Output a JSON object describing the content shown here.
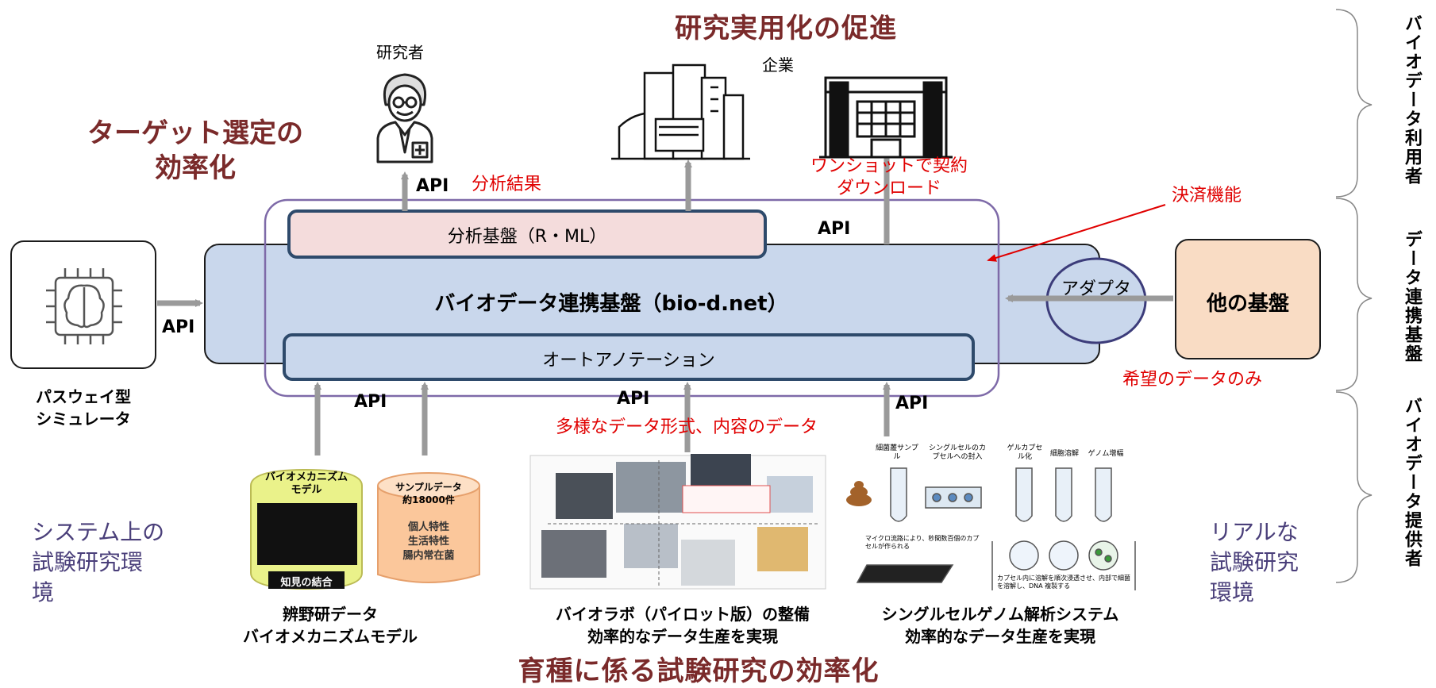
{
  "headings": {
    "top": "研究実用化の促進",
    "left_line1": "ターゲット選定の",
    "left_line2": "効率化",
    "bottom": "育種に係る試験研究の効率化"
  },
  "users": {
    "researcher": "研究者",
    "company": "企業",
    "analysis_result": "分析結果",
    "contract_line1": "ワンショットで契約",
    "contract_line2": "ダウンロード",
    "payment": "決済機能"
  },
  "platform": {
    "analysis_box": "分析基盤（R・ML）",
    "main_title": "バイオデータ連携基盤（bio-d.net）",
    "annotation_box": "オートアノテーション",
    "adapter": "アダプタ",
    "other_platform": "他の基盤",
    "desired_data": "希望のデータのみ",
    "diverse_data": "多様なデータ形式、内容のデータ"
  },
  "api_label": "API",
  "simulator": {
    "line1": "パスウェイ型",
    "line2": "シミュレータ"
  },
  "left_env": {
    "line1": "システム上の",
    "line2": "試験研究環",
    "line3": "境"
  },
  "right_env": {
    "line1": "リアルな",
    "line2": "試験研究",
    "line3": "環境"
  },
  "biomech": {
    "title_line1": "バイオメカニズム",
    "title_line2": "モデル",
    "footer": "知見の結合",
    "caption_line1": "辨野研データ",
    "caption_line2": "バイオメカニズムモデル"
  },
  "sample": {
    "line1": "サンプルデータ",
    "line2": "約18000件",
    "line3": "個人特性",
    "line4": "生活特性",
    "line5": "腸内常在菌"
  },
  "biolab": {
    "caption_line1": "バイオラボ（パイロット版）の整備",
    "caption_line2": "効率的なデータ生産を実現"
  },
  "singlecell": {
    "caption_line1": "シングルセルゲノム解析システム",
    "caption_line2": "効率的なデータ生産を実現",
    "steps": [
      "細菌叢サンプル",
      "シングルセルのカプセルへの封入",
      "ゲルカプセル化",
      "細胞溶解",
      "ゲノム増幅"
    ],
    "note1": "マイクロ流路により、秒間数百個のカプセルが作られる",
    "note2": "カプセル内に溶解を順次浸透させ、内部で細菌を溶解し、DNA 複製する"
  },
  "brackets": {
    "users": "バイオデータ利用者",
    "platform": "データ連携基盤",
    "providers": "バイオデータ提供者"
  },
  "colors": {
    "maroon": "#7a2a2a",
    "red": "#e00000",
    "platform_fill": "#c9d7ec",
    "platform_border": "#2e4a6b",
    "analysis_fill": "#f4dcdc",
    "outline_purple": "#7e6aa8",
    "other_fill": "#f9dcc4",
    "arrow_gray": "#9a9a9a"
  }
}
